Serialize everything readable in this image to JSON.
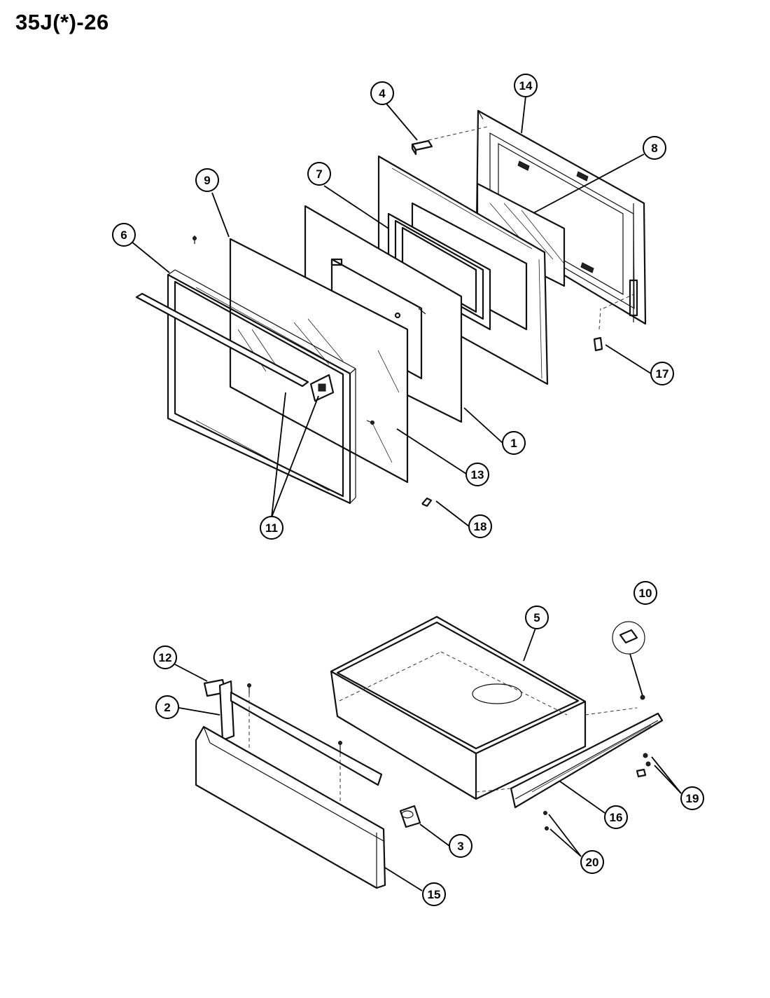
{
  "title": "35J(*)-26",
  "callouts": [
    {
      "id": "c4",
      "label": "4"
    },
    {
      "id": "c14",
      "label": "14"
    },
    {
      "id": "c8",
      "label": "8"
    },
    {
      "id": "c9",
      "label": "9"
    },
    {
      "id": "c7",
      "label": "7"
    },
    {
      "id": "c6",
      "label": "6"
    },
    {
      "id": "c17",
      "label": "17"
    },
    {
      "id": "c1",
      "label": "1"
    },
    {
      "id": "c13",
      "label": "13"
    },
    {
      "id": "c18",
      "label": "18"
    },
    {
      "id": "c11",
      "label": "11"
    },
    {
      "id": "c10",
      "label": "10"
    },
    {
      "id": "c5",
      "label": "5"
    },
    {
      "id": "c12",
      "label": "12"
    },
    {
      "id": "c2",
      "label": "2"
    },
    {
      "id": "c19",
      "label": "19"
    },
    {
      "id": "c16",
      "label": "16"
    },
    {
      "id": "c3",
      "label": "3"
    },
    {
      "id": "c20",
      "label": "20"
    },
    {
      "id": "c15",
      "label": "15"
    }
  ]
}
